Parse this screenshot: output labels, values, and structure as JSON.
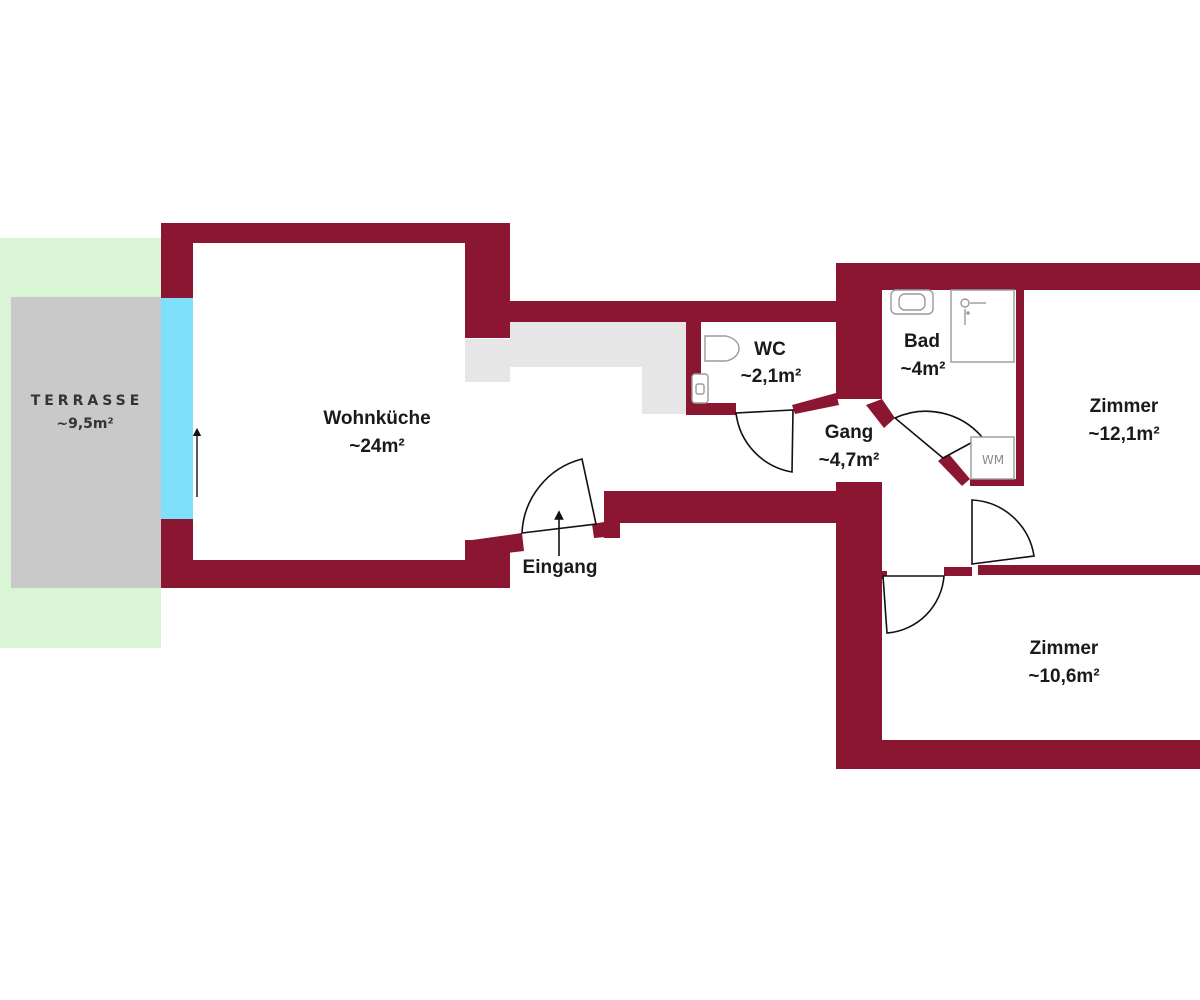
{
  "colors": {
    "wall": "#8b1631",
    "terrace_green": "#d9f5d6",
    "terrace_grey": "#c9c9c9",
    "window_blue": "#7fe0fb",
    "kitchen_counter": "#e6e6e6"
  },
  "rooms": {
    "terrasse": {
      "name": "TERRASSE",
      "area": "~9,5m²"
    },
    "wohnkueche": {
      "name": "Wohnküche",
      "area": "~24m²"
    },
    "wc": {
      "name": "WC",
      "area": "~2,1m²"
    },
    "bad": {
      "name": "Bad",
      "area": "~4m²"
    },
    "gang": {
      "name": "Gang",
      "area": "~4,7m²"
    },
    "zimmer1": {
      "name": "Zimmer",
      "area": "~12,1m²"
    },
    "zimmer2": {
      "name": "Zimmer",
      "area": "~10,6m²"
    }
  },
  "entrance": {
    "label": "Eingang"
  },
  "fixtures": {
    "washing_machine": "WM"
  },
  "icons": {
    "entrance_arrow": "arrow-up-icon",
    "terrace_arrow": "arrow-up-icon",
    "toilet": "toilet-icon",
    "sink": "sink-icon",
    "shower": "shower-icon",
    "washing_machine": "washing-machine-icon"
  }
}
